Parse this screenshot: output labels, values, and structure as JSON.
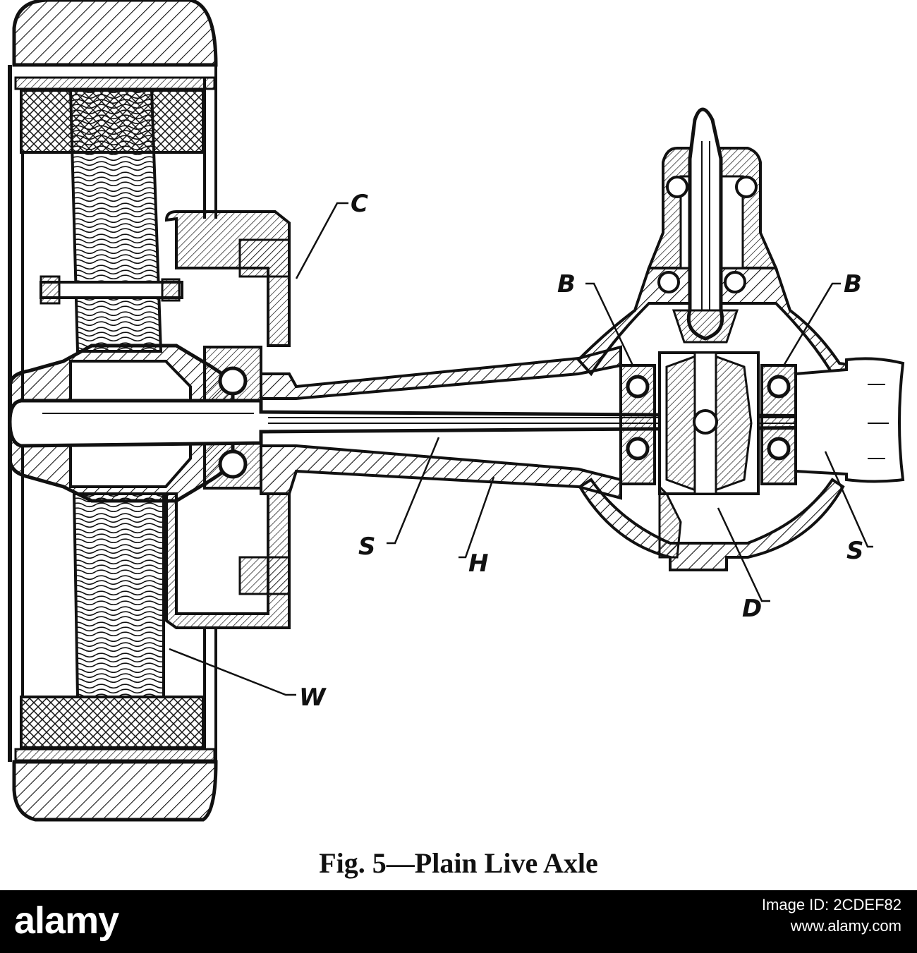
{
  "figure": {
    "caption": "Fig. 5—Plain Live Axle",
    "labels": {
      "c": "C",
      "b_left": "B",
      "b_right": "B",
      "s_left": "S",
      "h": "H",
      "s_right": "S",
      "d": "D",
      "w": "W"
    }
  },
  "watermark": {
    "logo": "alamy",
    "image_id": "Image ID: 2CDEF82",
    "url": "www.alamy.com"
  },
  "colors": {
    "ink": "#111111",
    "paper": "#ffffff",
    "bar": "#000000"
  }
}
